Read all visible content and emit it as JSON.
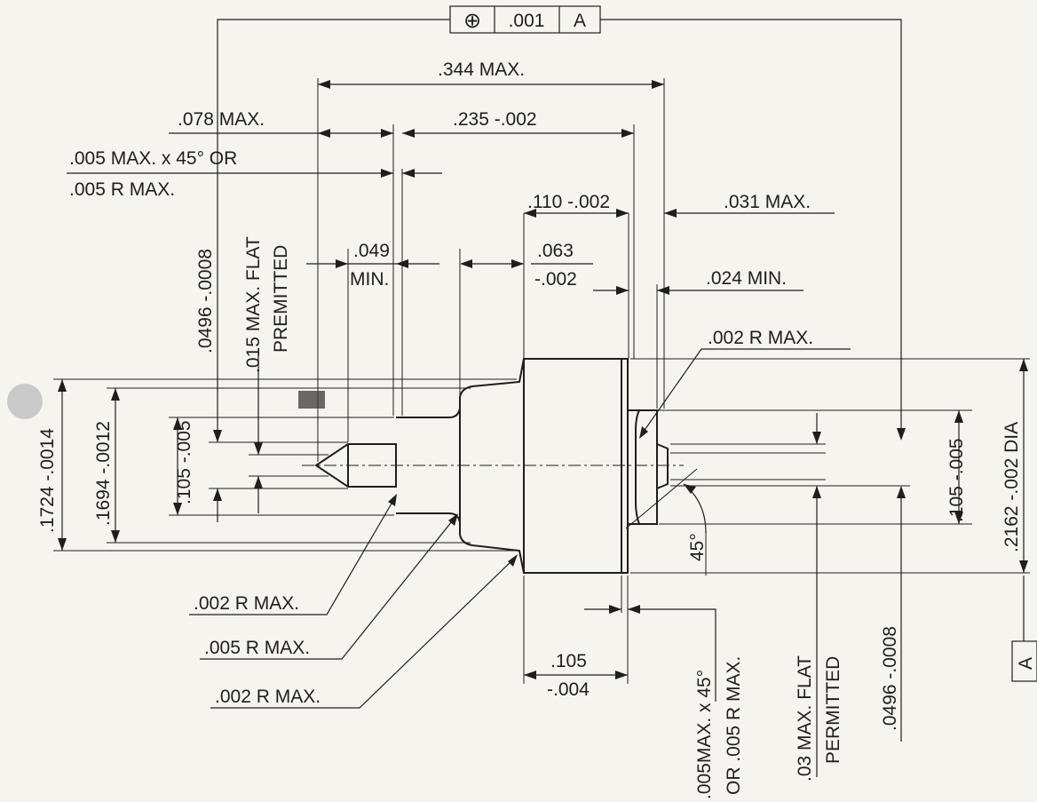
{
  "fcf": {
    "symbol": "⊕",
    "tolerance": ".001",
    "datum": "A"
  },
  "labels": {
    "overall_length": ".344 MAX.",
    "left_shoulder": ".078 MAX.",
    "body_length": ".235 -.002",
    "chamfer_line1": ".005 MAX. x 45°  OR",
    "chamfer_line2": ".005 R MAX.",
    "head_length": ".110 -.002",
    "right_relief": ".031 MAX.",
    "groove_upper": ".049",
    "groove_lower": "MIN.",
    "neck_upper": ".063",
    "neck_lower": "-.002",
    "right_min": ".024 MIN.",
    "right_radius": ".002 R MAX.",
    "left_dia_small": ".0496 -.0008",
    "left_flat_line1": ".015 MAX. FLAT",
    "left_flat_line2": "PREMITTED",
    "dia_outer": ".1724 -.0014",
    "dia_shoulder": ".1694 -.0012",
    "left_pilot": ".105 -.005",
    "right_pilot": ".105 -.005",
    "head_dia": ".2162 -.002 DIA",
    "angle": "45°",
    "radius_1": ".002 R MAX.",
    "radius_2": ".005 R MAX.",
    "radius_3": ".002 R MAX.",
    "head_face_upper": ".105",
    "head_face_lower": "-.004",
    "bottom_chamfer_line1": ".005MAX. x 45°",
    "bottom_chamfer_line2": "OR .005 R MAX.",
    "bottom_flat_line1": ".03 MAX. FLAT",
    "bottom_flat_line2": "PERMITTED",
    "bottom_dia": ".0496 -.0008",
    "datum_label": "A"
  },
  "colors": {
    "ink": "#1e1e1e",
    "paper": "#f6f4ee",
    "marker": "#c9c9c9"
  }
}
